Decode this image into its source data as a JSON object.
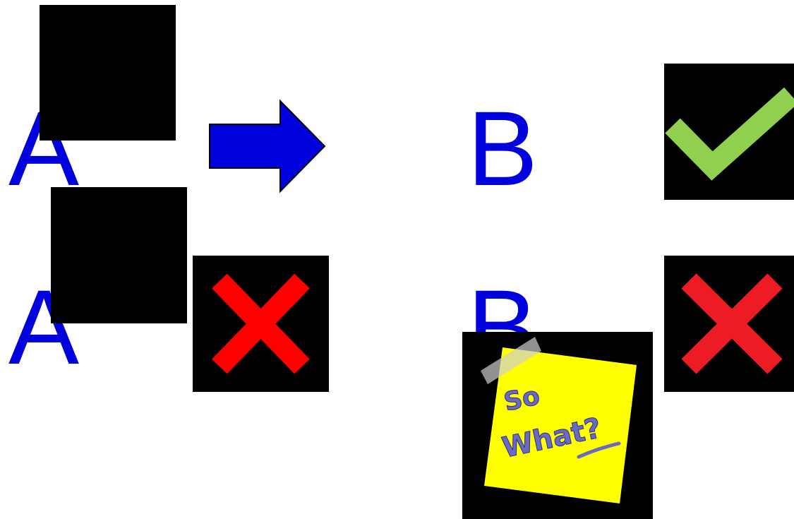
{
  "row_top": {
    "source_letter": "A",
    "target_letter": "B"
  },
  "row_bottom": {
    "source_letter": "A",
    "target_letter": "B"
  },
  "sticky_note": {
    "line1": "So",
    "line2": "What?"
  },
  "colors": {
    "letters": "#0000dd",
    "arrow": "#0000dd",
    "check": "#8fd14f",
    "cross_red": "#ff0000",
    "cross_pink_red": "#ed1c24",
    "note_yellow": "#ffff00",
    "note_text": "#5b5bb8"
  },
  "icons": {
    "top_right": "checkmark-icon",
    "bottom_middle": "cross-icon",
    "bottom_right": "cross-icon",
    "arrow": "right-arrow-icon"
  }
}
